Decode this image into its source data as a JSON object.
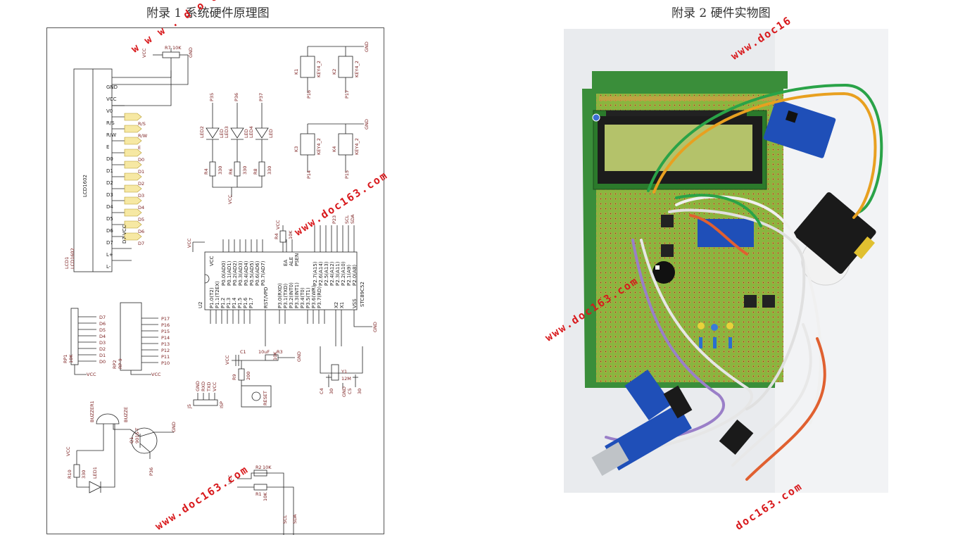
{
  "left_caption": "附录 1  系统硬件原理图",
  "right_caption": "附录 2  硬件实物图",
  "watermark_text": "www.doc163.com",
  "watermark_text_short": "doc163.com",
  "watermark_text_partial": "www.doc16",
  "watermark_text_left_partial": "w w w . d o c 1",
  "schematic": {
    "lcd_name": "LCD1602",
    "lcd_ref": "LCD1",
    "lcd_value": "LCD1602",
    "lcd_pins": [
      "GND",
      "VCC",
      "V0",
      "R/S",
      "R/W",
      "E",
      "D0",
      "D1",
      "D2",
      "D3",
      "D4",
      "D5",
      "D6",
      "D7",
      "L+",
      "L-"
    ],
    "lcd_nets": [
      "R/S",
      "R/W",
      "E",
      "D0",
      "D1",
      "D2",
      "D3",
      "D4",
      "D5",
      "D6",
      "D7"
    ],
    "mcu_name": "STC89C52",
    "mcu_ref": "U2",
    "mcu_pins_left": [
      "P1.0(T2)",
      "P1.1(T2EX)",
      "P1.2",
      "P1.3",
      "P1.4",
      "P1.5",
      "P1.6",
      "P1.7"
    ],
    "mcu_pins_p0": [
      "P0.0(AD0)",
      "P0.1(AD1)",
      "P0.2(AD2)",
      "P0.3(AD3)",
      "P0.4(AD4)",
      "P0.5(AD5)",
      "P0.6(AD6)",
      "P0.7(AD7)"
    ],
    "mcu_pins_p3": [
      "P3.0(RXD)",
      "P3.1(TXD)",
      "P3.2(INT0)",
      "P3.3(INT1)",
      "P3.4(T0)",
      "P3.5(T1)",
      "P3.6(WR)",
      "P3.7(RD)"
    ],
    "mcu_pins_p2": [
      "P2.7(A15)",
      "P2.6(A14)",
      "P2.5(A13)",
      "P2.4(A12)",
      "P2.3(A11)",
      "P2.2(A10)",
      "P2.1(A9)",
      "P2.0(A8)"
    ],
    "mcu_misc": [
      "VCC",
      "EA",
      "ALE",
      "PSEN",
      "RST/VPD",
      "X2",
      "X1",
      "VSS"
    ],
    "pot_ref": "R7",
    "pot_value": "10K",
    "vcc": "VCC",
    "gnd": "GND",
    "led_refs": [
      "LED2",
      "LED3",
      "LED4"
    ],
    "led_label": "LED",
    "led_resistors": [
      [
        "R4",
        "330"
      ],
      [
        "R6",
        "330"
      ],
      [
        "R8",
        "330"
      ]
    ],
    "led_nets": [
      "P35",
      "P36",
      "P37"
    ],
    "keys": [
      [
        "K1",
        "KEY4_2",
        "P16"
      ],
      [
        "K2",
        "KEY4_2",
        "P17"
      ],
      [
        "K3",
        "KEY4_2",
        "P14"
      ],
      [
        "K4",
        "KEY4_2",
        "P15"
      ]
    ],
    "rp1": [
      "RP1",
      "10K"
    ],
    "rp2": [
      "RP2",
      "RP-9"
    ],
    "rp1_nets": [
      "D7",
      "D6",
      "D5",
      "D4",
      "D3",
      "D2",
      "D1",
      "D0"
    ],
    "rp2_nets": [
      "P17",
      "P16",
      "P15",
      "P14",
      "P13",
      "P12",
      "P11",
      "P10"
    ],
    "buzzer_ref": "BUZZER1",
    "buzzer_label": "BUZZE",
    "transistor": [
      "Q1",
      "9015-T"
    ],
    "r10": [
      "R10",
      "330"
    ],
    "led1": "LED1",
    "p6": "P36",
    "c1": [
      "C1",
      "10uF"
    ],
    "r9": [
      "R9",
      "200"
    ],
    "r3": [
      "R3",
      "10K"
    ],
    "reset": "RESET",
    "crystal": [
      "Y1",
      "12M"
    ],
    "c4": [
      "C4",
      "30"
    ],
    "c5": [
      "C5",
      "30"
    ],
    "isp": [
      "J5",
      "ISP"
    ],
    "isp_nets": [
      "GND",
      "RXD",
      "TXD",
      "VCC"
    ],
    "r1r2": [
      [
        "R2",
        "10K"
      ],
      [
        "R1",
        "10K"
      ]
    ],
    "i2c_nets": [
      "SCL",
      "SDA"
    ],
    "r4_top": [
      "R4",
      "10K"
    ],
    "p23": "P23",
    "lcd_backlight": "D7 VCC"
  }
}
